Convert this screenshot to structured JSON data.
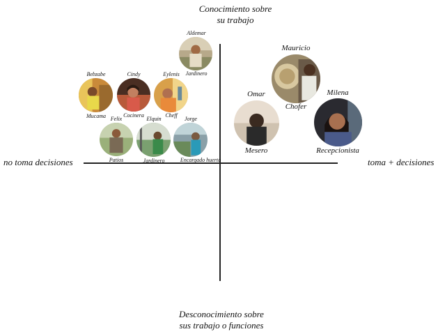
{
  "axes": {
    "top": [
      "Conocimiento sobre",
      "su trabajo"
    ],
    "bottom": [
      "Desconocimiento sobre",
      "sus trabajo o funciones"
    ],
    "left": "no toma decisiones",
    "right": "toma + decisiones"
  },
  "people": {
    "aldemar": {
      "name": "Aldemar",
      "role": "Jardinero"
    },
    "bebzabe": {
      "name": "Bebzabe",
      "role": "Mucama"
    },
    "cindy": {
      "name": "Cindy",
      "role": "Cocinera"
    },
    "eylenis": {
      "name": "Eylenis",
      "role": "Cheff"
    },
    "felix": {
      "name": "Felix",
      "role": "Patios"
    },
    "elquin": {
      "name": "Elquin",
      "role": "Jardinero"
    },
    "jorge": {
      "name": "Jorge",
      "role": "Encargado huerta"
    },
    "mauricio": {
      "name": "Mauricio",
      "role": "Chofer"
    },
    "omar": {
      "name": "Omar",
      "role": "Mesero"
    },
    "milena": {
      "name": "Milena",
      "role": "Recepcionista"
    }
  }
}
